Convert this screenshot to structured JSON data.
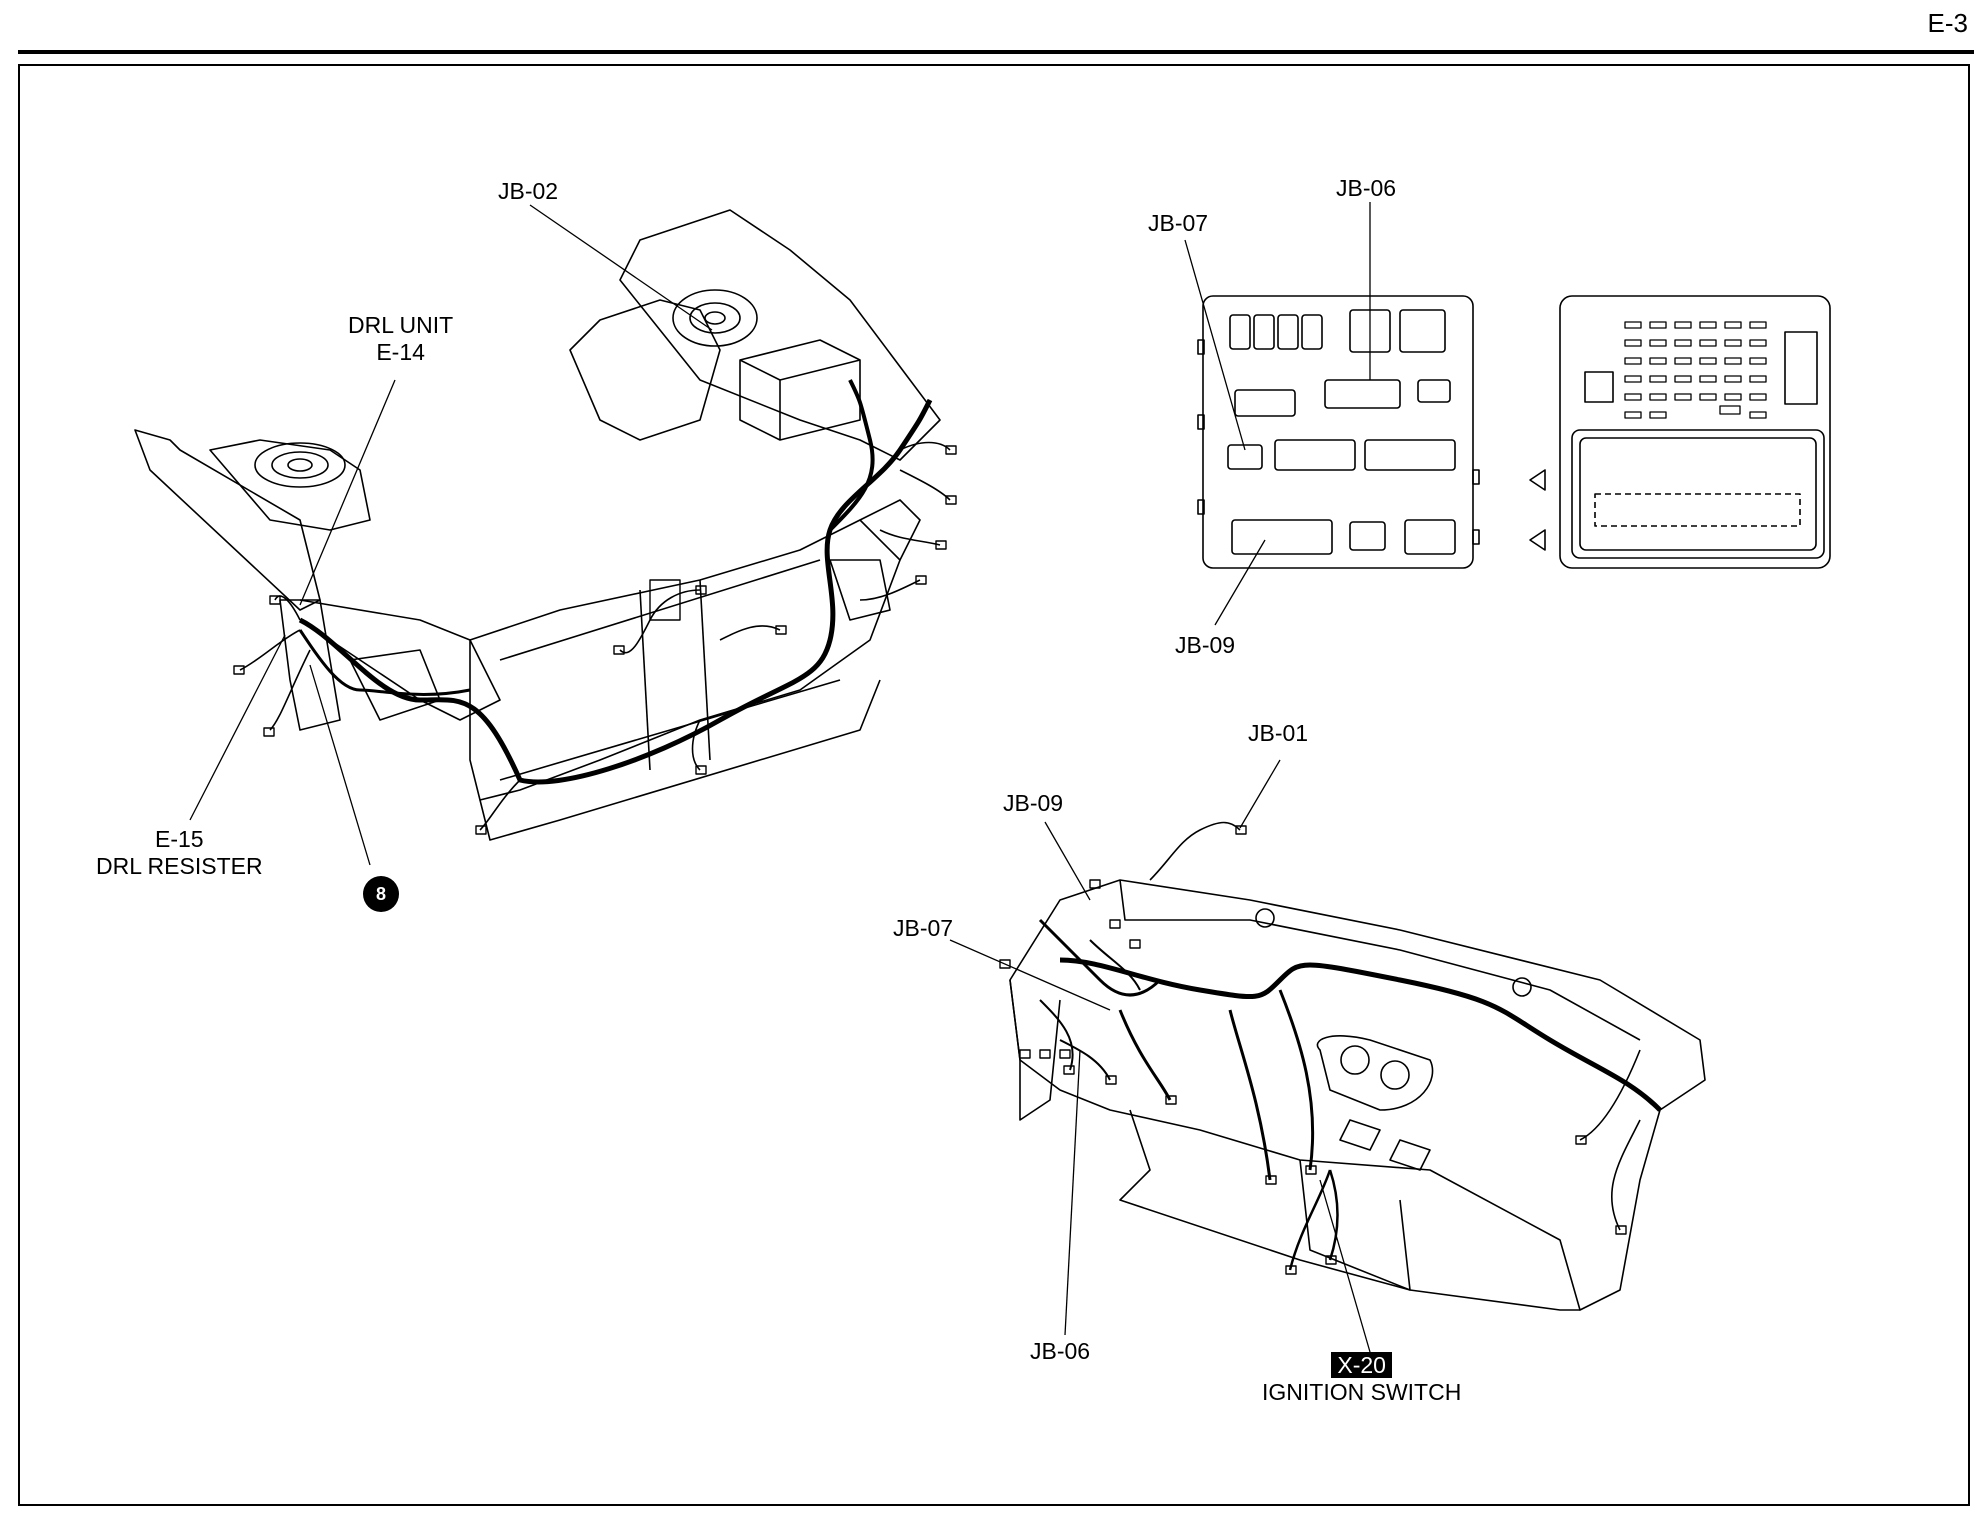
{
  "page": {
    "number": "E-3"
  },
  "labels": {
    "jb02": "JB-02",
    "drl_unit": "DRL UNIT",
    "e14": "E-14",
    "e15": "E-15",
    "drl_resister": "DRL RESISTER",
    "badge_8": "8",
    "jb06_box": "JB-06",
    "jb07_box": "JB-07",
    "jb09_box": "JB-09",
    "jb01": "JB-01",
    "jb09_dash": "JB-09",
    "jb07_dash": "JB-07",
    "jb06_dash": "JB-06",
    "x20": "X-20",
    "ignition_switch": "IGNITION SWITCH"
  }
}
